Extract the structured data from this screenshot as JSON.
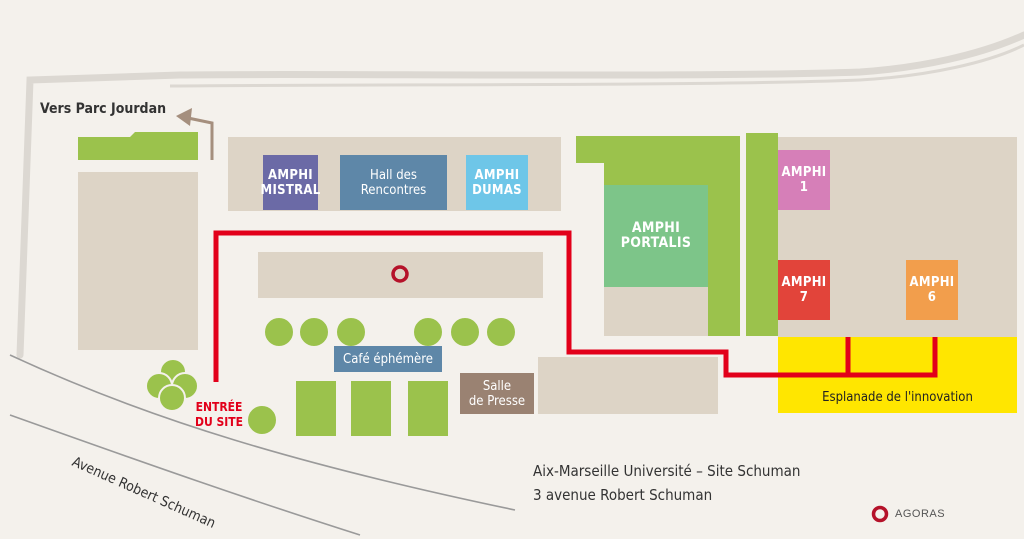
{
  "directions": {
    "parc": "Vers Parc Jourdan",
    "avenue": "Avenue Robert Schuman",
    "entree": "ENTRÉE\nDU SITE"
  },
  "buildings": {
    "mistral": "AMPHI\nMISTRAL",
    "hall": "Hall des\nRencontres",
    "dumas": "AMPHI\nDUMAS",
    "portalis": "AMPHI\nPORTALIS",
    "amphi1": "AMPHI\n1",
    "amphi7": "AMPHI\n7",
    "amphi6": "AMPHI\n6",
    "cafe": "Café éphémère",
    "presse": "Salle\nde Presse",
    "esplanade": "Esplanade de l'innovation"
  },
  "address": {
    "line1": "Aix-Marseille Université – Site Schuman",
    "line2": "3 avenue Robert Schuman"
  },
  "legend": {
    "agoras": "AGORAS"
  },
  "colors": {
    "background": "#f4f1ec",
    "block": "#ddd4c6",
    "green": "#9bc24c",
    "route": "#e2001a",
    "mistral": "#6b6aa6",
    "hall": "#5e87a8",
    "dumas": "#6ec6e8",
    "portalis": "#7dc589",
    "amphi1": "#d67fb8",
    "amphi7": "#e2443a",
    "amphi6": "#f29e4c",
    "esplanade": "#ffe600",
    "agoras_marker": "#b5122a",
    "arrow": "#a58f7e"
  }
}
